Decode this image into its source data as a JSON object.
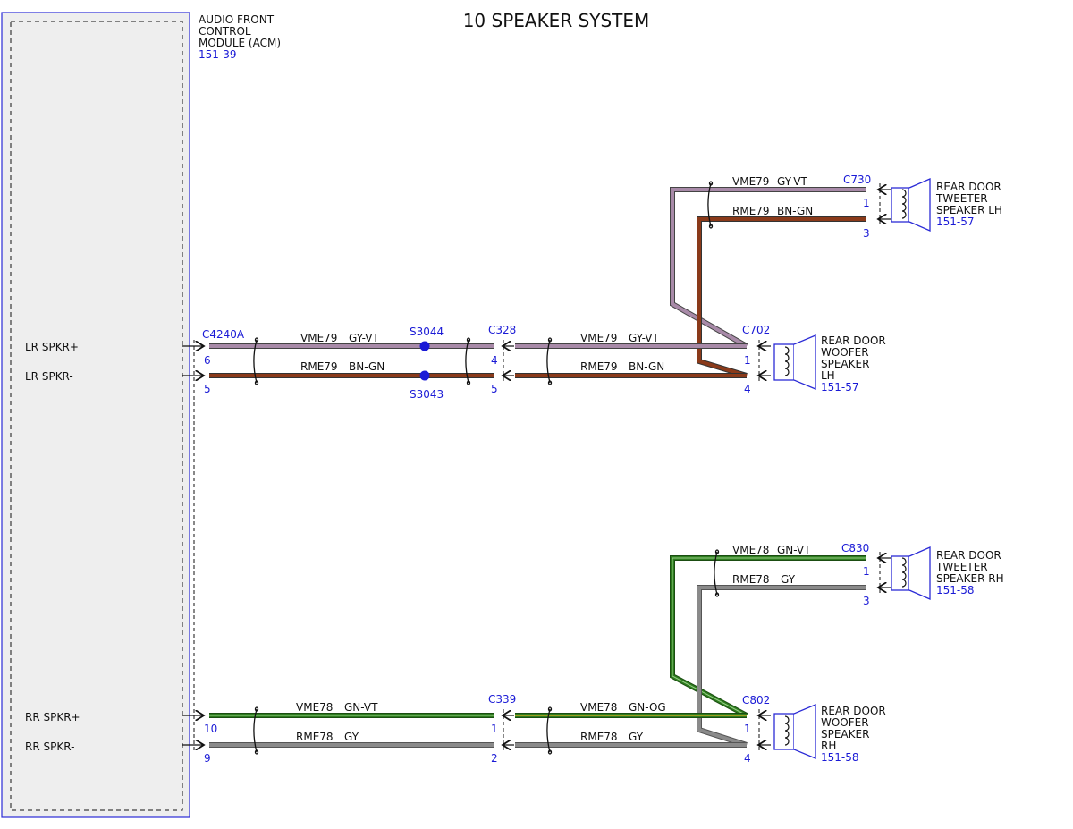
{
  "title": "10 SPEAKER SYSTEM",
  "module": {
    "name_lines": [
      "AUDIO FRONT",
      "CONTROL",
      "MODULE (ACM)"
    ],
    "ref": "151-39",
    "pins": [
      "LR SPKR+",
      "LR SPKR-",
      "RR SPKR+",
      "RR SPKR-"
    ]
  },
  "connectors": {
    "c4240a": {
      "name": "C4240A",
      "pins": [
        "6",
        "5",
        "10",
        "9"
      ]
    },
    "c328": {
      "name": "C328",
      "pins": [
        "4",
        "5"
      ]
    },
    "c339": {
      "name": "C339",
      "pins": [
        "1",
        "2"
      ]
    },
    "c702": {
      "name": "C702",
      "pins": [
        "1",
        "4"
      ]
    },
    "c730": {
      "name": "C730",
      "pins": [
        "1",
        "3"
      ]
    },
    "c802": {
      "name": "C802",
      "pins": [
        "1",
        "4"
      ]
    },
    "c830": {
      "name": "C830",
      "pins": [
        "1",
        "3"
      ]
    }
  },
  "splices": {
    "s3044": "S3044",
    "s3043": "S3043"
  },
  "wires": {
    "lr_pos_a": {
      "circuit": "VME79",
      "color": "GY-VT"
    },
    "lr_neg_a": {
      "circuit": "RME79",
      "color": "BN-GN"
    },
    "lr_pos_b": {
      "circuit": "VME79",
      "color": "GY-VT"
    },
    "lr_neg_b": {
      "circuit": "RME79",
      "color": "BN-GN"
    },
    "lr_tw_pos": {
      "circuit": "VME79",
      "color": "GY-VT"
    },
    "lr_tw_neg": {
      "circuit": "RME79",
      "color": "BN-GN"
    },
    "rr_pos_a": {
      "circuit": "VME78",
      "color": "GN-VT"
    },
    "rr_neg_a": {
      "circuit": "RME78",
      "color": "GY"
    },
    "rr_pos_b": {
      "circuit": "VME78",
      "color": "GN-OG"
    },
    "rr_neg_b": {
      "circuit": "RME78",
      "color": "GY"
    },
    "rr_tw_pos": {
      "circuit": "VME78",
      "color": "GN-VT"
    },
    "rr_tw_neg": {
      "circuit": "RME78",
      "color": "GY"
    }
  },
  "speakers": {
    "lh_tweeter": {
      "lines": [
        "REAR DOOR",
        "TWEETER",
        "SPEAKER LH"
      ],
      "ref": "151-57"
    },
    "lh_woofer": {
      "lines": [
        "REAR DOOR",
        "WOOFER",
        "SPEAKER",
        "LH"
      ],
      "ref": "151-57"
    },
    "rh_tweeter": {
      "lines": [
        "REAR DOOR",
        "TWEETER",
        "SPEAKER RH"
      ],
      "ref": "151-58"
    },
    "rh_woofer": {
      "lines": [
        "REAR DOOR",
        "WOOFER",
        "SPEAKER",
        "RH"
      ],
      "ref": "151-58"
    }
  },
  "wire_colors": {
    "gy_vt": "#a88aa8",
    "bn_gn": "#8a3a1a",
    "gn_vt": "#2e7d1f",
    "gn_og": "#2e7d1f",
    "gy": "#8a8a8a",
    "accent_blue": "#1a1ad6"
  }
}
